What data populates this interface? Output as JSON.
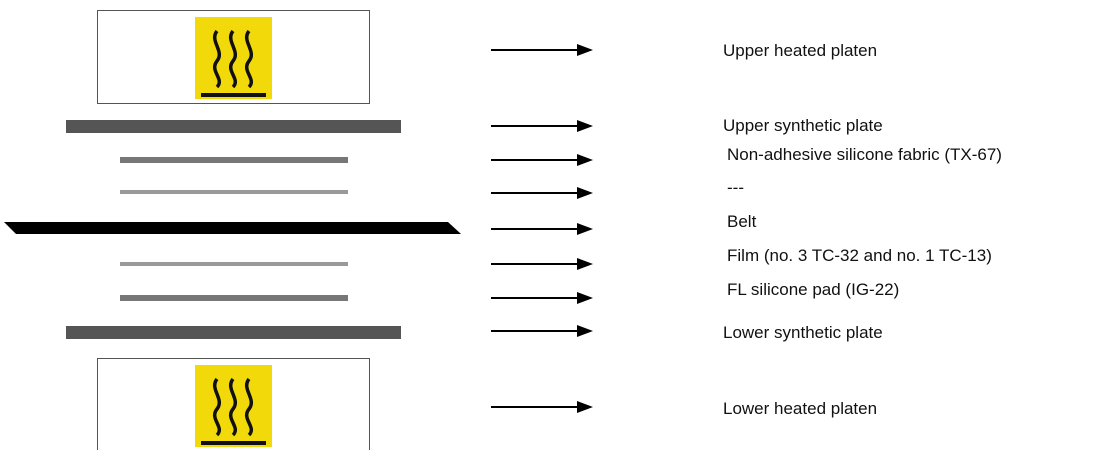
{
  "colors": {
    "heat_warning": "#f2d90a",
    "synthetic_plate": "#555555",
    "fabric": "#777777",
    "thin_layer": "#999999",
    "belt": "#000000"
  },
  "icons": [
    "hot-surface-warning-icon"
  ],
  "labels": {
    "upper_platen": "Upper heated platen",
    "upper_synthetic": "Upper synthetic plate",
    "fabric": "Non-adhesive silicone fabric (TX-67)",
    "dashes": "---",
    "belt": "Belt",
    "film": "Film (no. 3 TC-32 and no. 1 TC-13)",
    "pad": "FL silicone pad (IG-22)",
    "lower_synthetic": "Lower synthetic plate",
    "lower_platen": "Lower heated platen"
  }
}
